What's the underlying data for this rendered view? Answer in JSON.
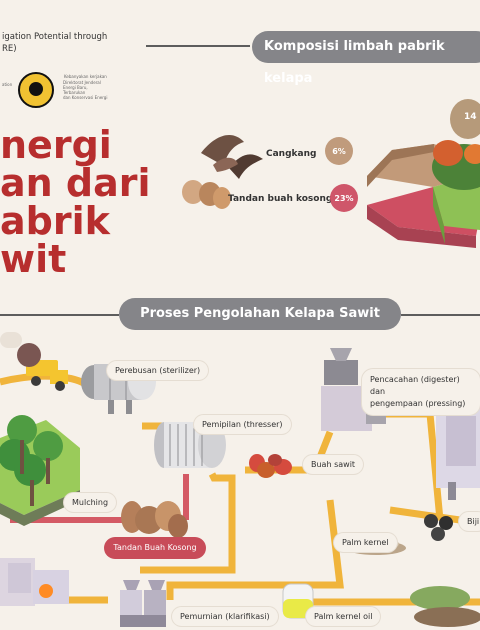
{
  "header": {
    "logo_text": "igation Potential through\nRE)",
    "logo_small_1": "ation",
    "logo_small_2": "Kebanyakan kerjakan",
    "logo_small_3": "Direktorat Jenderal\nEnergi Baru, Terbarukan\ndan Konservasi Energi",
    "title": "nergi\nan dari\nabrik\nwit"
  },
  "composition": {
    "title": "Komposisi limbah pabrik kelapa",
    "items": [
      {
        "label": "Cangkang",
        "percent": "6%",
        "color": "#c09b7c"
      },
      {
        "label": "Tandan buah kosong",
        "percent": "23%",
        "color": "#cf566a"
      }
    ],
    "pie_top_label": "14"
  },
  "process": {
    "title": "Proses Pengolahan Kelapa Sawit",
    "perebusan": "Perebusan (sterilizer)",
    "pemipilan": "Pemipilan (thresser)",
    "buah_sawit": "Buah sawit",
    "pencacahan": "Pencacahan (digester) dan\npengempaan (pressing)",
    "biji": "Biji",
    "mulching": "Mulching",
    "tandan_buah_kosong": "Tandan Buah Kosong",
    "palm_kernel": "Palm kernel",
    "pemurnian": "Pemurnian (klarifikasi)",
    "palm_kernel_oil": "Palm kernel oil"
  },
  "colors": {
    "accent_red": "#b72e2e",
    "pill_gray": "#858589",
    "flow_yellow": "#f0b43b",
    "flow_red": "#d45a65"
  }
}
